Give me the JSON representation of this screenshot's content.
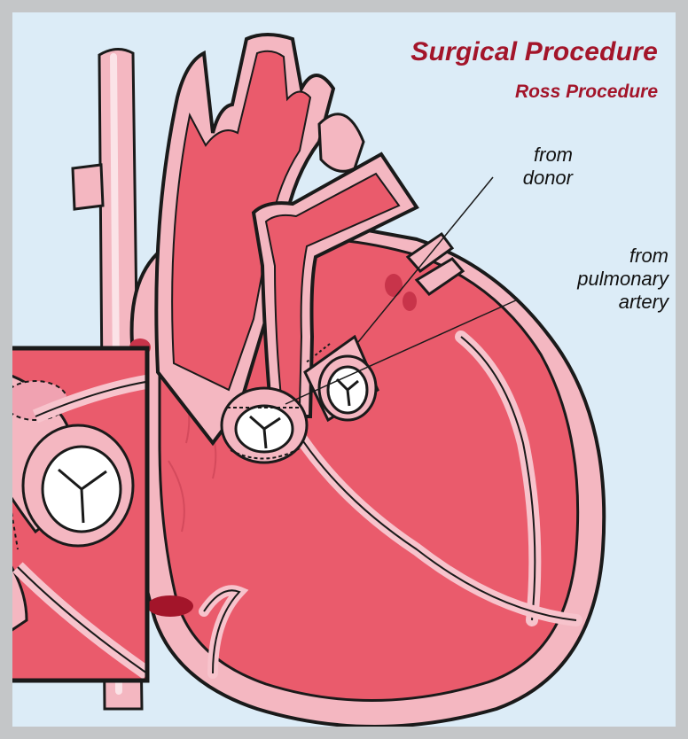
{
  "header": {
    "title": "Surgical Procedure",
    "subtitle": "Ross Procedure"
  },
  "labels": {
    "donor": [
      "from",
      "donor"
    ],
    "pulmonary": [
      "from",
      "pulmonary",
      "artery"
    ]
  },
  "colors": {
    "background": "#dcecf7",
    "border": "#c4c6c8",
    "title": "#a3152a",
    "muscle": "#ea5b6c",
    "muscle_dark": "#c8344a",
    "vessel_wall": "#f7c3cc",
    "vessel_highlight": "#fbe3e7",
    "outline": "#1a1a1a"
  },
  "icons": {
    "heart": "heart-illustration",
    "valve": "valve-graft-icon",
    "inset": "magnified-inset"
  }
}
